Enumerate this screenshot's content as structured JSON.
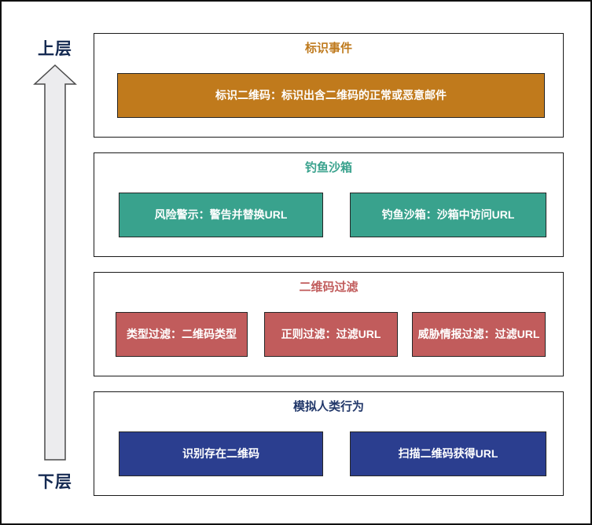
{
  "axis": {
    "top_label": "上层",
    "bottom_label": "下层",
    "arrow_fill": "#ececee",
    "arrow_outline": "#4a4a4a",
    "label_color": "#152a52"
  },
  "colors": {
    "layer1_accent": "#c07a1c",
    "layer2_accent": "#39a28d",
    "layer3_accent": "#c15c5c",
    "layer4_box": "#2b3e8f",
    "layer4_title": "#22386a",
    "box_text": "#ffffff",
    "section_border": "#1a1a1a"
  },
  "layers": [
    {
      "title": "标识事件",
      "items": [
        {
          "label": "标识二维码：标识出含二维码的正常或恶意邮件"
        }
      ]
    },
    {
      "title": "钓鱼沙箱",
      "items": [
        {
          "label": "风险警示：警告并替换URL"
        },
        {
          "label": "钓鱼沙箱：沙箱中访问URL"
        }
      ]
    },
    {
      "title": "二维码过滤",
      "items": [
        {
          "label": "类型过滤：二维码类型"
        },
        {
          "label": "正则过滤：过滤URL"
        },
        {
          "label": "威胁情报过滤：过滤URL"
        }
      ]
    },
    {
      "title": "模拟人类行为",
      "items": [
        {
          "label": "识别存在二维码"
        },
        {
          "label": "扫描二维码获得URL"
        }
      ]
    }
  ]
}
